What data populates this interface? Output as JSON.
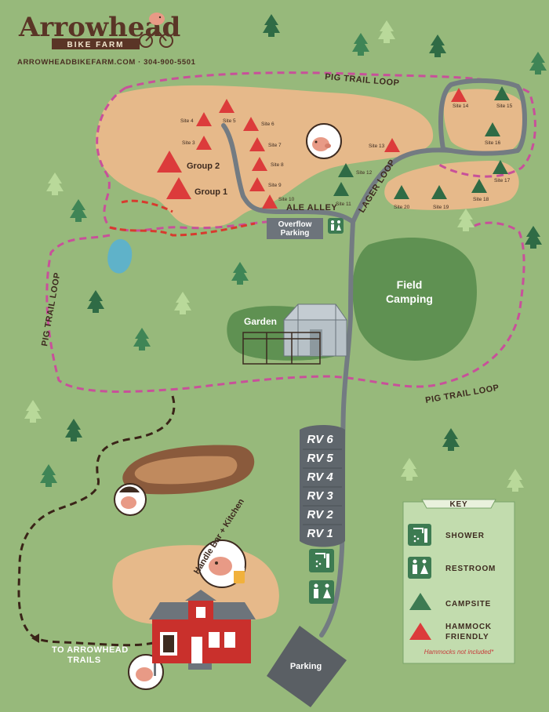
{
  "header": {
    "logo_title": "Arrowhead",
    "logo_subtitle": "BIKE FARM",
    "contact": "ARROWHEADBIKEFARM.COM · 304-900-5501"
  },
  "trails": {
    "pig_trail_top": "PIG TRAIL LOOP",
    "pig_trail_left": "PIG TRAIL LOOP",
    "pig_trail_bottom": "PIG TRAIL LOOP",
    "ale_alley": "ALE ALLEY",
    "lager_loop": "LAGER LOOP",
    "to_arrowhead_line1": "TO ARROWHEAD",
    "to_arrowhead_line2": "TRAILS"
  },
  "sites": {
    "s4": "Site 4",
    "s5": "Site 5",
    "s6": "Site 6",
    "s3": "Site 3",
    "s7": "Site 7",
    "s8": "Site 8",
    "s9": "Site 9",
    "s10": "Site 10",
    "s11": "Site 11",
    "s12": "Site 12",
    "s13": "Site 13",
    "s14": "Site 14",
    "s15": "Site 15",
    "s16": "Site 16",
    "s17": "Site 17",
    "s18": "Site 18",
    "s19": "Site 19",
    "s20": "Site 20",
    "group2": "Group 2",
    "group1": "Group 1"
  },
  "areas": {
    "overflow_line1": "Overflow",
    "overflow_line2": "Parking",
    "field_line1": "Field",
    "field_line2": "Camping",
    "garden": "Garden",
    "handle_bar": "Handle Bar + Kitchen",
    "parking": "Parking"
  },
  "rv": {
    "rv6": "RV 6",
    "rv5": "RV 5",
    "rv4": "RV 4",
    "rv3": "RV 3",
    "rv2": "RV 2",
    "rv1": "RV 1"
  },
  "key": {
    "title": "KEY",
    "shower": "SHOWER",
    "restroom": "RESTROOM",
    "campsite": "CAMPSITE",
    "hammock_line1": "HAMMOCK",
    "hammock_line2": "FRIENDLY",
    "note": "Hammocks not included*"
  },
  "colors": {
    "grass": "#97b97b",
    "sand": "#e6b98a",
    "road": "#737b82",
    "trail_pink": "#c8509a",
    "trail_red": "#d83a2e",
    "campsite_green": "#3e7b53",
    "hammock_red": "#dc3b3b",
    "field_green": "#5f9152",
    "pond": "#5fb2c9",
    "barn_red": "#c9302c"
  }
}
